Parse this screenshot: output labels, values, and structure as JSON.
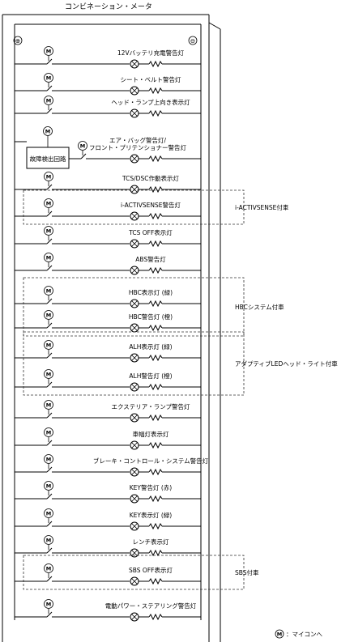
{
  "title": "コンビネーション・メータ",
  "terminal_plus": "⊕",
  "terminal_minus": "⊖",
  "marker": "M",
  "fault_circuit_label": "故障検出回路",
  "footnote": "：マイコンへ",
  "lamps": [
    {
      "label": "12Vバッテリ充電警告灯"
    },
    {
      "label": "シート・ベルト警告灯"
    },
    {
      "label": "ヘッド・ランプ上向き表示灯"
    },
    {
      "label": "エア・バッグ警告灯/",
      "label2": "フロント・プリテンショナー警告灯"
    },
    {
      "label": "TCS/DSC作動表示灯"
    },
    {
      "label": "i-ACTIVSENSE警告灯"
    },
    {
      "label": "TCS OFF表示灯"
    },
    {
      "label": "ABS警告灯"
    },
    {
      "label": "HBC表示灯 (緑)"
    },
    {
      "label": "HBC警告灯 (橙)"
    },
    {
      "label": "ALH表示灯 (緑)"
    },
    {
      "label": "ALH警告灯 (橙)"
    },
    {
      "label": "エクステリア・ランプ警告灯"
    },
    {
      "label": "車幅灯表示灯"
    },
    {
      "label": "ブレーキ・コントロール・システム警告灯"
    },
    {
      "label": "KEY警告灯 (赤)"
    },
    {
      "label": "KEY表示灯 (緑)"
    },
    {
      "label": "レンチ表示灯"
    },
    {
      "label": "SBS OFF表示灯"
    },
    {
      "label": "電動パワー・ステアリング警告灯"
    }
  ],
  "groups": [
    {
      "label": "i-ACTIVSENSE付車",
      "first": 5,
      "last": 5
    },
    {
      "label": "HBCシステム付車",
      "first": 8,
      "last": 9
    },
    {
      "label": "アダプティブLEDヘッド・ライト付車",
      "first": 10,
      "last": 11
    },
    {
      "label": "SBS付車",
      "first": 18,
      "last": 18
    }
  ]
}
